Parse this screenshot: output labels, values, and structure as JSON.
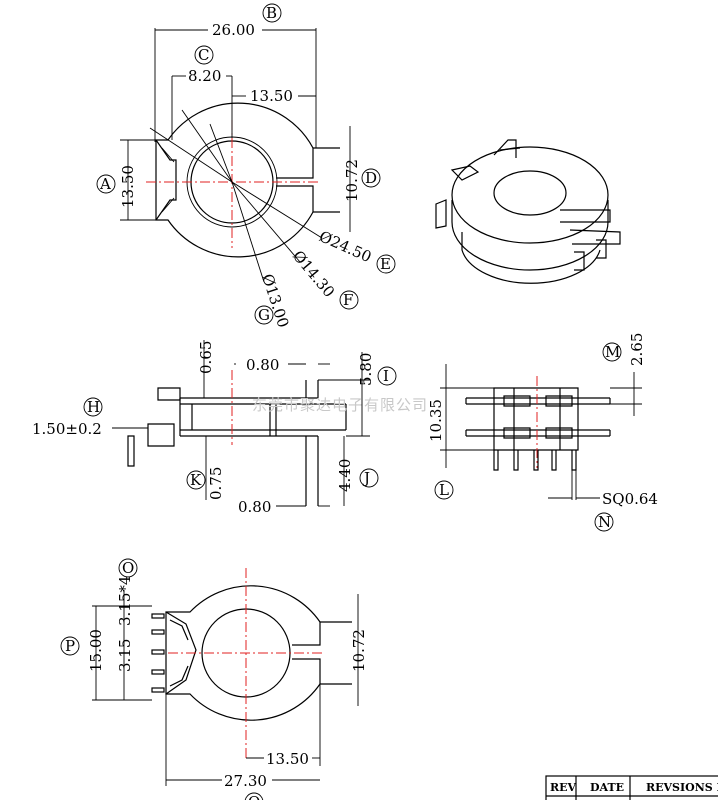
{
  "watermark": "东莞市聚达电子有限公司",
  "top_view": {
    "overall_width": "26.00",
    "left_offset": "8.20",
    "right_offset": "13.50",
    "left_height": "13.50",
    "slot_width": "10.72",
    "dia_outer": "Ø24.50",
    "dia_mid": "Ø14.30",
    "dia_inner": "Ø13.00",
    "balloons": {
      "overall": "B",
      "left_offset": "C",
      "left_height": "A",
      "slot": "D",
      "outer": "E",
      "mid": "F",
      "inner": "G"
    }
  },
  "side_view": {
    "thick_top": "0.65",
    "gap_top": "0.80",
    "height_right": "5.80",
    "tol": "1.50±0.2",
    "thick_bottom": "0.75",
    "height_lower": "4.40",
    "gap_bottom": "0.80",
    "balloons": {
      "tol": "H",
      "height_right": "I",
      "height_lower": "J",
      "thick_bottom": "K"
    }
  },
  "front_view": {
    "total_height": "10.35",
    "pin_top": "2.65",
    "pin_size": "SQ0.64",
    "balloons": {
      "pin_top": "M",
      "total": "L",
      "pin": "N"
    }
  },
  "bottom_view": {
    "pitch": "3.15*4",
    "pins_span": "3.15",
    "height": "15.00",
    "slot_width": "10.72",
    "right_offset": "13.50",
    "overall_width": "27.30",
    "balloons": {
      "pitch": "O",
      "height": "P",
      "overall": "Q"
    }
  },
  "revision_table": {
    "headers": [
      "REV",
      "DATE",
      "REVSIONS F"
    ]
  }
}
